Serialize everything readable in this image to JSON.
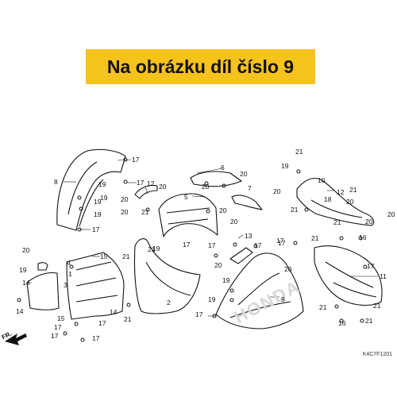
{
  "banner": {
    "text": "Na obrázku díl číslo 9",
    "color": "#f6c21c"
  },
  "diagram_code": "K4C7F1201",
  "direction_label": "FR.",
  "brand_watermark": "HONDA",
  "callouts": [
    {
      "id": "c1",
      "text": "17"
    },
    {
      "id": "c2",
      "text": "8"
    },
    {
      "id": "c3",
      "text": "17"
    },
    {
      "id": "c4",
      "text": "19"
    },
    {
      "id": "c5",
      "text": "19"
    },
    {
      "id": "c6",
      "text": "19"
    },
    {
      "id": "c7",
      "text": "19"
    },
    {
      "id": "c8",
      "text": "17"
    },
    {
      "id": "c9",
      "text": "12"
    },
    {
      "id": "c10",
      "text": "20"
    },
    {
      "id": "c11",
      "text": "20"
    },
    {
      "id": "c12",
      "text": "20"
    },
    {
      "id": "c13",
      "text": "21"
    },
    {
      "id": "c14",
      "text": "6"
    },
    {
      "id": "c15",
      "text": "20"
    },
    {
      "id": "c16",
      "text": "5"
    },
    {
      "id": "c17",
      "text": "20"
    },
    {
      "id": "c18",
      "text": "7"
    },
    {
      "id": "c19",
      "text": "20"
    },
    {
      "id": "c20",
      "text": "20"
    },
    {
      "id": "c21",
      "text": "21"
    },
    {
      "id": "c22",
      "text": "19"
    },
    {
      "id": "c23",
      "text": "10"
    },
    {
      "id": "c24",
      "text": "18"
    },
    {
      "id": "c25",
      "text": "12"
    },
    {
      "id": "c26",
      "text": "20"
    },
    {
      "id": "c27",
      "text": "21"
    },
    {
      "id": "c28",
      "text": "20"
    },
    {
      "id": "c29",
      "text": "21"
    },
    {
      "id": "c30",
      "text": "16"
    },
    {
      "id": "c31",
      "text": "20"
    },
    {
      "id": "c32",
      "text": "20"
    },
    {
      "id": "c33",
      "text": "13"
    },
    {
      "id": "c34",
      "text": "17"
    },
    {
      "id": "c35",
      "text": "17"
    },
    {
      "id": "c36",
      "text": "20"
    },
    {
      "id": "c37",
      "text": "15"
    },
    {
      "id": "c38",
      "text": "4"
    },
    {
      "id": "c39",
      "text": "21"
    },
    {
      "id": "c40",
      "text": "21"
    },
    {
      "id": "c41",
      "text": "19"
    },
    {
      "id": "c42",
      "text": "1"
    },
    {
      "id": "c43",
      "text": "14"
    },
    {
      "id": "c44",
      "text": "3"
    },
    {
      "id": "c45",
      "text": "14"
    },
    {
      "id": "c46",
      "text": "15"
    },
    {
      "id": "c47",
      "text": "17"
    },
    {
      "id": "c48",
      "text": "17"
    },
    {
      "id": "c49",
      "text": "17"
    },
    {
      "id": "c50",
      "text": "17"
    },
    {
      "id": "c51",
      "text": "14"
    },
    {
      "id": "c52",
      "text": "21"
    },
    {
      "id": "c53",
      "text": "19"
    },
    {
      "id": "c54",
      "text": "2"
    },
    {
      "id": "c55",
      "text": "17"
    },
    {
      "id": "c56",
      "text": "20"
    },
    {
      "id": "c57",
      "text": "19"
    },
    {
      "id": "c58",
      "text": "19"
    },
    {
      "id": "c59",
      "text": "9"
    },
    {
      "id": "c60",
      "text": "17"
    },
    {
      "id": "c61",
      "text": "17"
    },
    {
      "id": "c62",
      "text": "11"
    },
    {
      "id": "c63",
      "text": "17"
    },
    {
      "id": "c64",
      "text": "21"
    },
    {
      "id": "c65",
      "text": "16"
    },
    {
      "id": "c66",
      "text": "21"
    },
    {
      "id": "c67",
      "text": "21"
    },
    {
      "id": "c68",
      "text": "20"
    },
    {
      "id": "c69",
      "text": "21"
    },
    {
      "id": "c70",
      "text": "21"
    },
    {
      "id": "c71",
      "text": "17"
    }
  ]
}
